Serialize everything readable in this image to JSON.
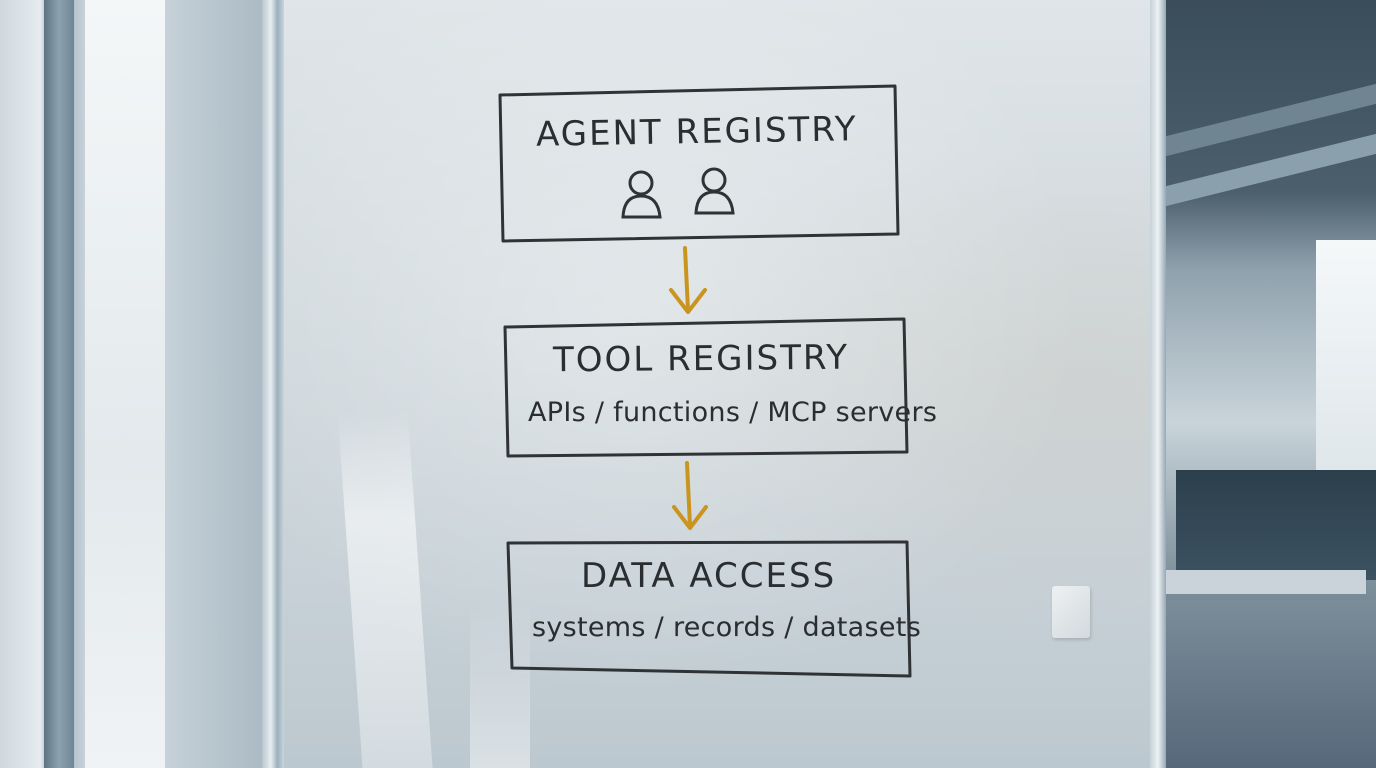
{
  "diagram": {
    "boxes": [
      {
        "title": "AGENT REGISTRY",
        "subtitle": "",
        "icons": [
          "person-icon",
          "person-icon"
        ]
      },
      {
        "title": "TOOL REGISTRY",
        "subtitle": "APIs / functions / MCP servers"
      },
      {
        "title": "DATA ACCESS",
        "subtitle": "systems / records / datasets"
      }
    ],
    "arrow_color": "#c9951f",
    "marker_color": "#2a2e31"
  }
}
